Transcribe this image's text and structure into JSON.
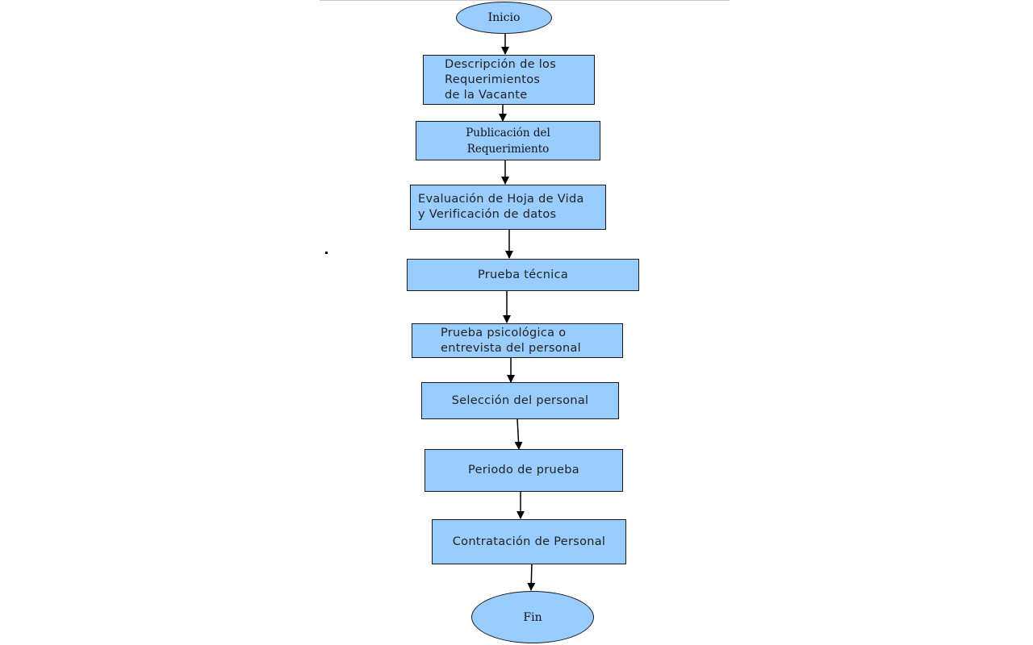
{
  "flowchart": {
    "start": "Inicio",
    "steps": [
      "Descripción de los\nRequerimientos\nde la Vacante",
      "Publicación del\nRequerimiento",
      "Evaluación de Hoja de Vida\n y Verificación de datos",
      "Prueba técnica",
      "Prueba psicológica o\nentrevista del personal",
      "Selección del personal",
      "Periodo de prueba",
      "Contratación de Personal"
    ],
    "end": "Fin"
  },
  "colors": {
    "node_fill": "#99ccff",
    "node_border": "#1a1a1a",
    "arrow": "#000000"
  }
}
